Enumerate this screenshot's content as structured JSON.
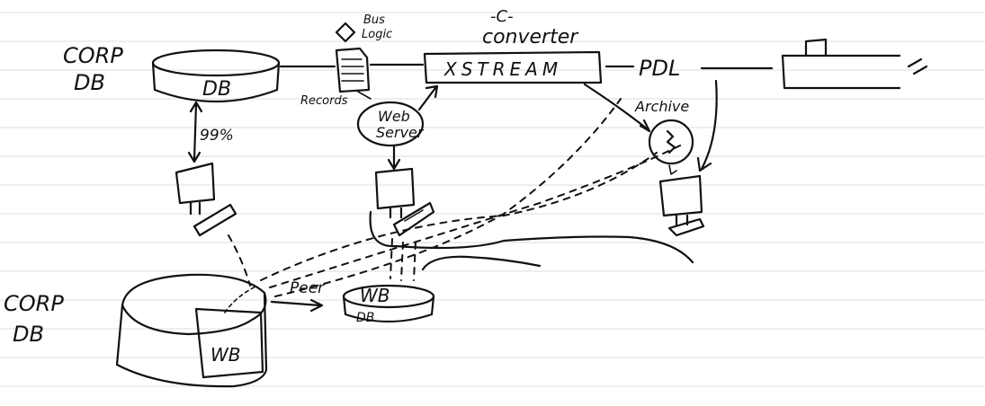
{
  "labels": {
    "corp_db_top": [
      "CORP",
      "DB"
    ],
    "corp_db_bottom": [
      "CORP",
      "DB"
    ],
    "db_top": "DB",
    "bus_logic": [
      "Bus",
      "Logic"
    ],
    "records": "Records",
    "c_marker": "-C-",
    "converter": "converter",
    "xstream": "XSTREAM",
    "pdl": "PDL",
    "archive": "Archive",
    "web_server": [
      "Web",
      "Server"
    ],
    "sync_percent": "99%",
    "peer": "Peer",
    "wb_top": "WB",
    "wb_db": "DB",
    "wb_bottom": "WB"
  }
}
